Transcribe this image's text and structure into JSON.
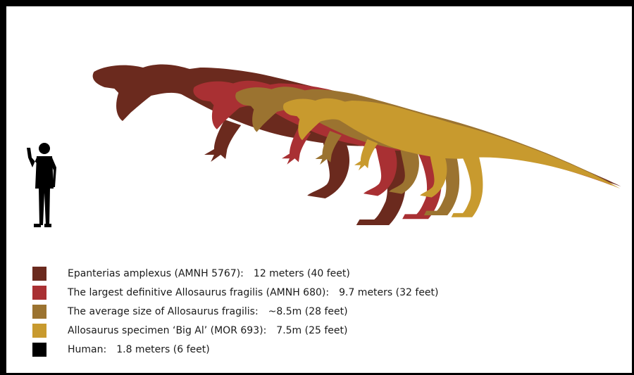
{
  "colors": {
    "epanterias": "#6b2a1e",
    "largest_allosaurus": "#a93033",
    "average_allosaurus": "#9b7330",
    "big_al": "#c89a2e",
    "human": "#000000"
  },
  "legend": [
    {
      "name": "Epanterias amplexus (AMNH 5767):",
      "size": "12 meters (40 feet)",
      "color": "#6b2a1e",
      "icon": "epanterias-silhouette"
    },
    {
      "name": "The largest definitive Allosaurus fragilis (AMNH 680):",
      "size": "9.7 meters (32 feet)",
      "color": "#a93033",
      "icon": "largest-allosaurus-silhouette"
    },
    {
      "name": "The average size of Allosaurus fragilis:",
      "size": "~8.5m (28 feet)",
      "color": "#9b7330",
      "icon": "average-allosaurus-silhouette"
    },
    {
      "name": "Allosaurus specimen ‘Big Al’ (MOR 693):",
      "size": "7.5m (25 feet)",
      "color": "#c89a2e",
      "icon": "big-al-silhouette"
    },
    {
      "name": "Human:",
      "size": "1.8 meters (6 feet)",
      "color": "#000000",
      "icon": "human-silhouette"
    }
  ]
}
